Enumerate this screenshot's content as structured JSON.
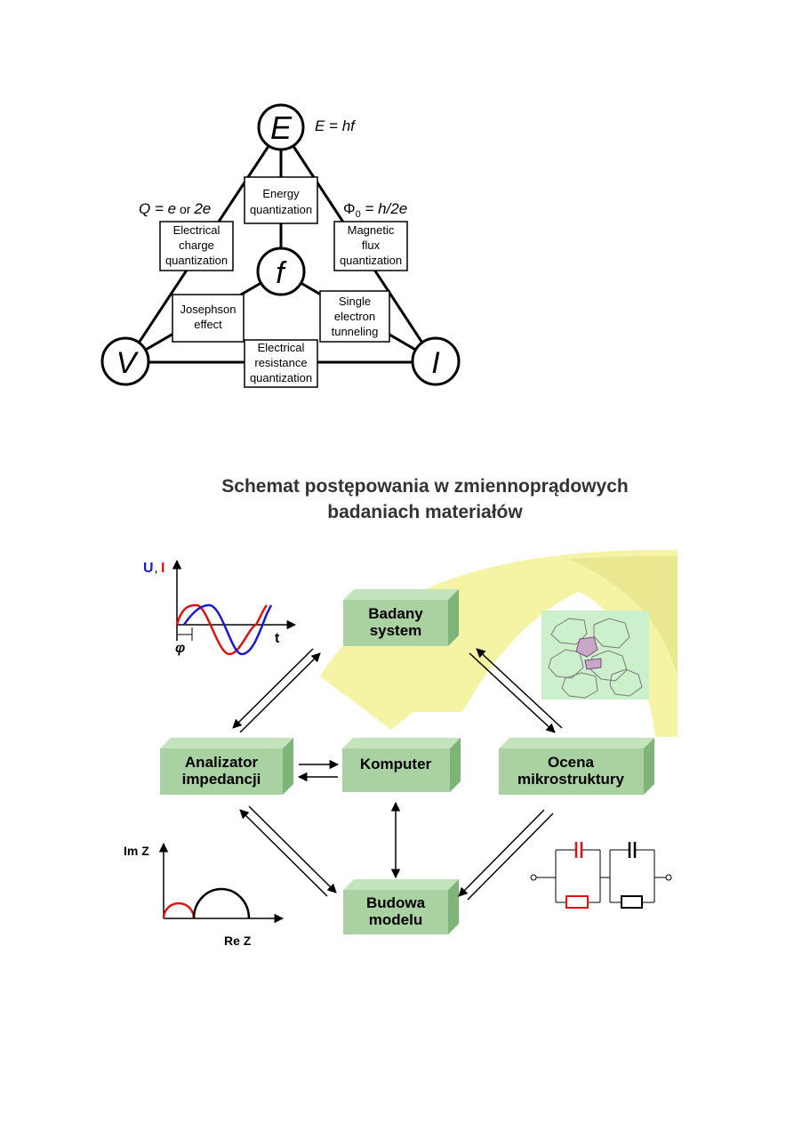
{
  "triangle": {
    "nodes": {
      "E": "E",
      "f": "f",
      "V": "V",
      "I": "I"
    },
    "formulas": {
      "energy_a": "E = hf",
      "charge_q": "Q = ",
      "charge_e": "e",
      "charge_or": " or ",
      "charge_2e": "2e",
      "flux_phi": "Φ",
      "flux_sub": "0",
      "flux_rest": " = h/2e"
    },
    "boxes": {
      "energy": [
        "Energy",
        "quantization"
      ],
      "charge": [
        "Electrical",
        "charge",
        "quantization"
      ],
      "flux": [
        "Magnetic",
        "flux",
        "quantization"
      ],
      "josephson": [
        "Josephson",
        "effect"
      ],
      "single": [
        "Single",
        "electron",
        "tunneling"
      ],
      "resistance": [
        "Electrical",
        "resistance",
        "quantization"
      ]
    }
  },
  "scheme": {
    "title_line1": "Schemat postępowania w zmiennoprądowych",
    "title_line2": "badaniach materiałów",
    "blocks": {
      "badany": [
        "Badany",
        "system"
      ],
      "analizator": [
        "Analizator",
        "impedancji"
      ],
      "komputer": [
        "Komputer"
      ],
      "ocena": [
        "Ocena",
        "mikrostruktury"
      ],
      "budowa": [
        "Budowa",
        "modelu"
      ]
    },
    "waveform": {
      "u_label": "U",
      "comma": ",",
      "i_label": "I",
      "t_label": "t",
      "phi_label": "φ"
    },
    "nyquist": {
      "y_label": "Im Z",
      "x_label": "Re Z"
    },
    "colors": {
      "voltage": "#1a1acc",
      "current": "#e01010",
      "block_fill": "#a9d1a1",
      "arrow_fill": "#f3f39a",
      "micro_bg": "#ccefcc"
    }
  }
}
